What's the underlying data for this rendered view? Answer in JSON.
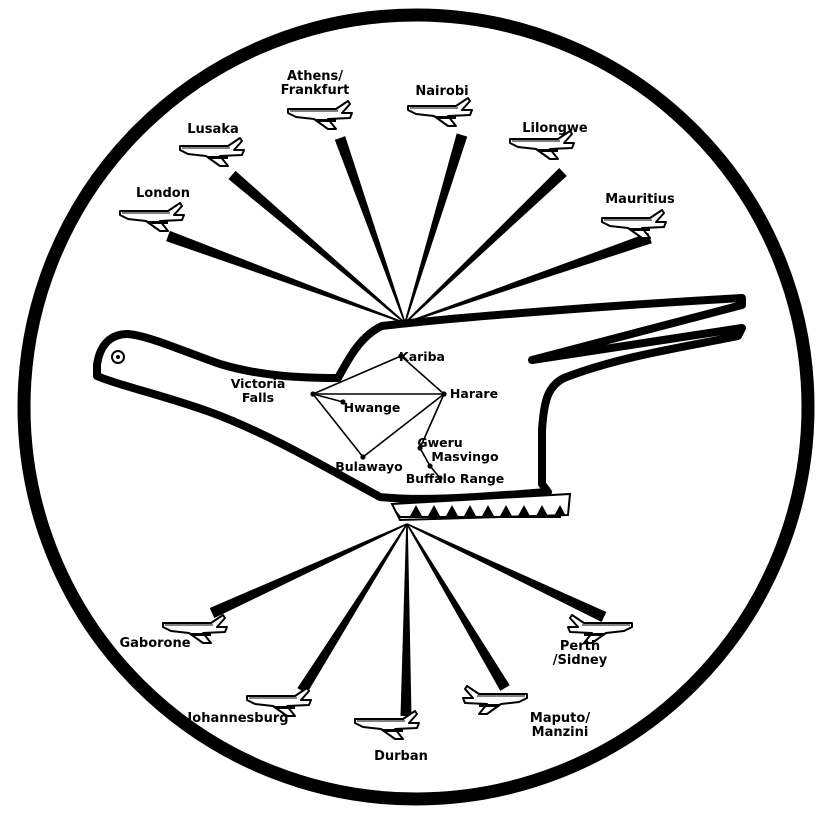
{
  "colors": {
    "ink": "#000000",
    "paper": "#ffffff"
  },
  "north_destinations": [
    {
      "id": "london",
      "lines": [
        "London"
      ]
    },
    {
      "id": "lusaka",
      "lines": [
        "Lusaka"
      ]
    },
    {
      "id": "athens",
      "lines": [
        "Athens/",
        "Frankfurt"
      ]
    },
    {
      "id": "nairobi",
      "lines": [
        "Nairobi"
      ]
    },
    {
      "id": "lilongwe",
      "lines": [
        "Lilongwe"
      ]
    },
    {
      "id": "mauritius",
      "lines": [
        "Mauritius"
      ]
    }
  ],
  "south_destinations": [
    {
      "id": "gaborone",
      "lines": [
        "Gaborone"
      ]
    },
    {
      "id": "johannesburg",
      "lines": [
        "Johannesburg"
      ]
    },
    {
      "id": "durban",
      "lines": [
        "Durban"
      ]
    },
    {
      "id": "maputo",
      "lines": [
        "Maputo/",
        "Manzini"
      ]
    },
    {
      "id": "perth",
      "lines": [
        "Perth",
        "/Sidney"
      ]
    }
  ],
  "domestic_points": [
    {
      "id": "kariba",
      "lines": [
        "Kariba"
      ]
    },
    {
      "id": "victoria",
      "lines": [
        "Victoria",
        "Falls"
      ]
    },
    {
      "id": "hwange",
      "lines": [
        "Hwange"
      ]
    },
    {
      "id": "harare",
      "lines": [
        "Harare"
      ]
    },
    {
      "id": "bulawayo",
      "lines": [
        "Bulawayo"
      ]
    },
    {
      "id": "gweru",
      "lines": [
        "Gweru"
      ]
    },
    {
      "id": "masvingo",
      "lines": [
        "Masvingo"
      ]
    },
    {
      "id": "buffalo",
      "lines": [
        "Buffalo Range"
      ]
    }
  ],
  "icons": {
    "plane": "plane-icon",
    "bird": "bird-emblem-icon"
  }
}
